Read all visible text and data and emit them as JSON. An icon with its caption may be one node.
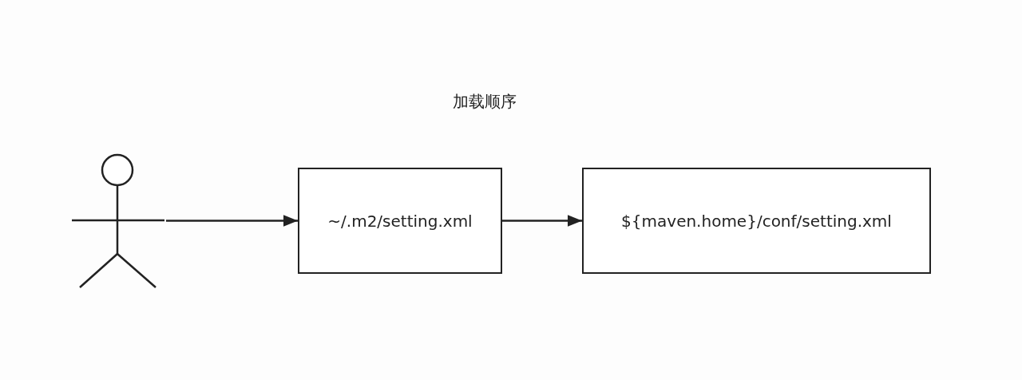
{
  "diagram": {
    "title": "加载顺序",
    "nodes": [
      {
        "text": [],
        "shape": "person"
      },
      {
        "text": [
          "~/.m2/setting.xml"
        ]
      },
      {
        "text": [
          "${maven.home}/conf/setting.xml"
        ]
      }
    ],
    "edges": [
      {
        "from": 0,
        "to": 1,
        "arrow": "to"
      },
      {
        "from": 1,
        "to": 2,
        "arrow": "to"
      }
    ]
  }
}
